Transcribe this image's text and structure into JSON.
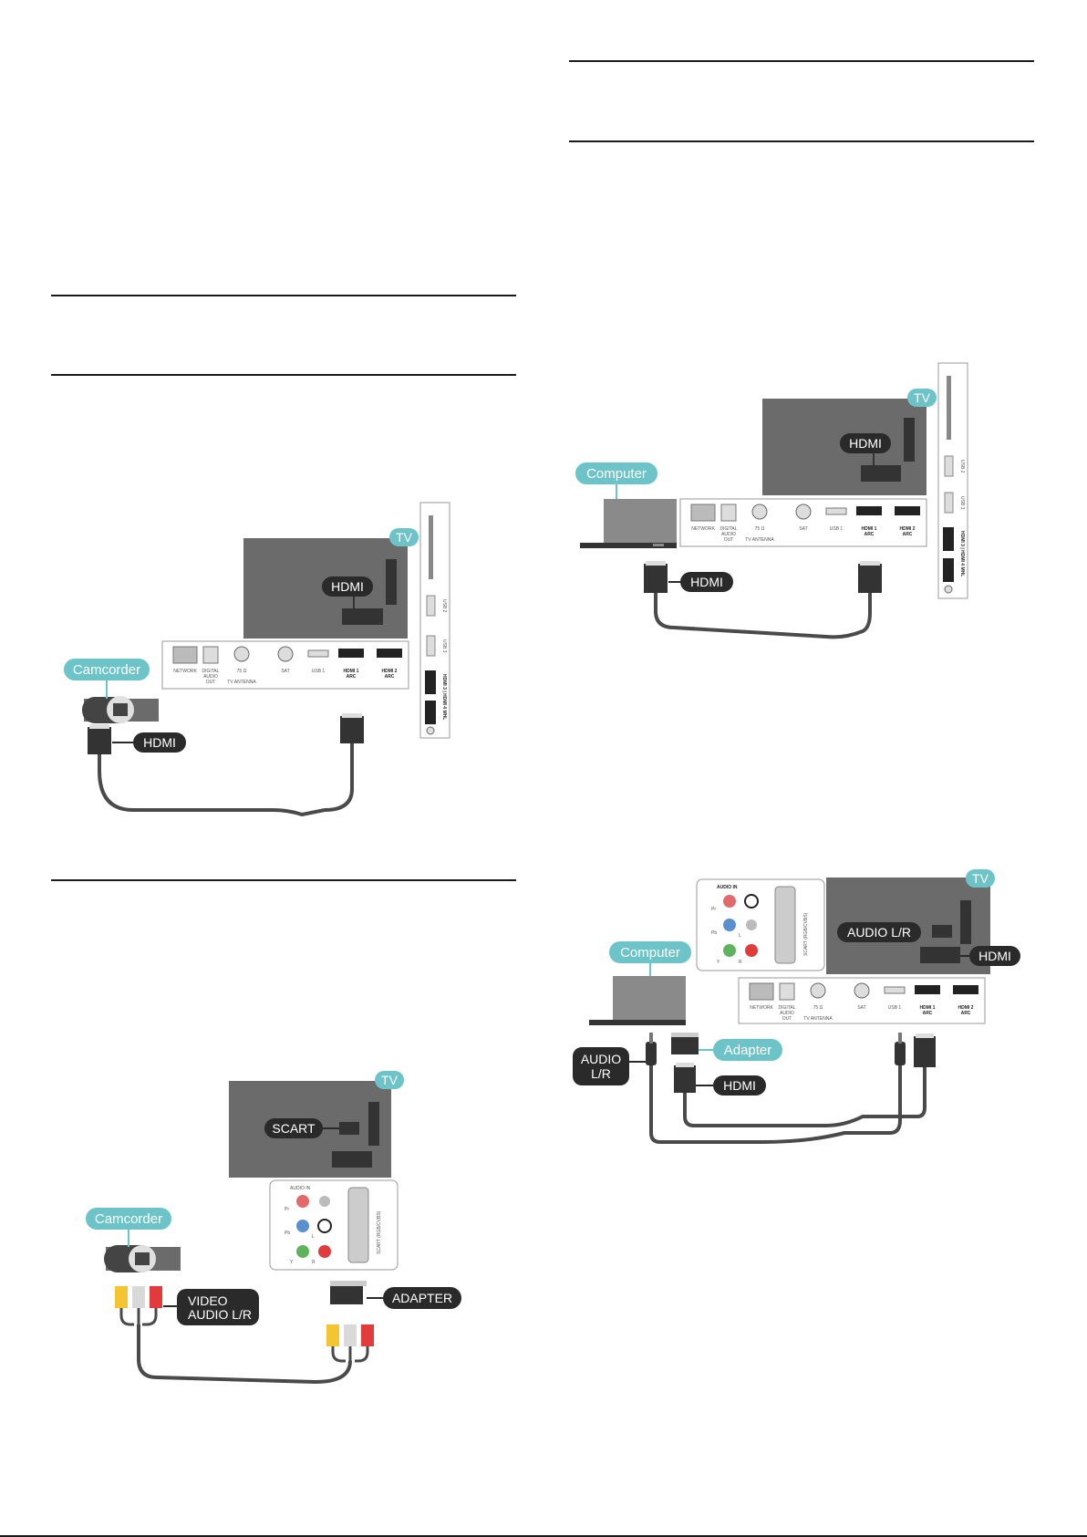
{
  "labels": {
    "tv": "TV",
    "hdmi": "HDMI",
    "camcorder": "Camcorder",
    "computer": "Computer",
    "scart": "SCART",
    "video_audio_line1": "VIDEO",
    "video_audio_line2": "AUDIO L/R",
    "adapter_caps": "ADAPTER",
    "adapter": "Adapter",
    "audio_lr": "AUDIO L/R",
    "audio_line1": "AUDIO",
    "audio_line2": "L/R"
  },
  "ports": {
    "network": "NETWORK",
    "digital1": "DIGITAL",
    "digital2": "AUDIO",
    "digital3": "OUT",
    "ohm": "75 Ω",
    "antenna": "TV ANTENNA",
    "sat": "SAT",
    "usb1": "USB 1",
    "usb2": "USB 2",
    "usb3": "USB 3",
    "hdmi1": "HDMI 1",
    "hdmi2": "HDMI 2",
    "arc": "ARC",
    "side_hdmi": "HDMI 3 | HDMI 4 MHL",
    "audio_in": "AUDIO IN",
    "pr": "Pr",
    "pb": "Pb",
    "y": "Y",
    "l": "L",
    "r": "R",
    "scart_side": "SCART (RGB/CVBS)"
  },
  "colors": {
    "tv_body": "#6b6b6b",
    "tag_teal": "#6cc3c8",
    "tag_dark": "#2a2a2a",
    "cable": "#4a4a4a",
    "panel_border": "#9a9a9a",
    "rca_yellow": "#f3c531",
    "rca_red": "#e23b3b",
    "rca_white": "#d9d9d9"
  }
}
